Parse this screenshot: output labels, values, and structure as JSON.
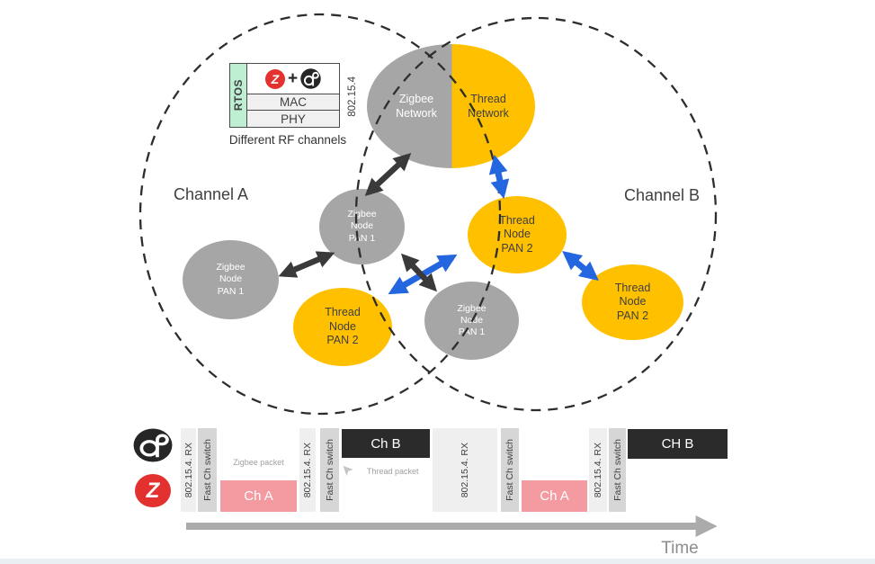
{
  "colors": {
    "zigbee_gray": "#A6A6A6",
    "thread_gold": "#FFC000",
    "blue_arrow": "#2366E0",
    "black_arrow": "#3A3A3A",
    "channel_a_pink": "#F39BA0",
    "channel_b_dark": "#2B2B2B",
    "rtos_mint": "#BEEFD3",
    "zigbee_brand_red": "#E2312E",
    "time_arrow_gray": "#ABABAB"
  },
  "brand": {
    "zigbee_letter": "Z"
  },
  "legend": {
    "rtos_label": "RTOS",
    "plus": "+",
    "mac_label": "MAC",
    "phy_label": "PHY",
    "standard_label": "802.15.4",
    "caption": "Different RF channels"
  },
  "diagram": {
    "channel_a_label": "Channel A",
    "channel_b_label": "Channel B",
    "zigbee_network_label": "Zigbee\nNetwork",
    "thread_network_label": "Thread\nNetwork",
    "nodes": [
      {
        "id": "zigbee-node-center",
        "type": "zigbee",
        "label": "Zigbee\nNode\nPAN 1"
      },
      {
        "id": "thread-node-center",
        "type": "thread",
        "label": "Thread\nNode\nPAN 2"
      },
      {
        "id": "zigbee-node-left",
        "type": "zigbee",
        "label": "Zigbee\nNode\nPAN 1"
      },
      {
        "id": "thread-node-bottom",
        "type": "thread",
        "label": "Thread\nNode\nPAN 2"
      },
      {
        "id": "zigbee-node-bottom",
        "type": "zigbee",
        "label": "Zigbee\nNode\nPAN 1"
      },
      {
        "id": "thread-node-right",
        "type": "thread",
        "label": "Thread\nNode\nPAN 2"
      }
    ]
  },
  "timeline": {
    "segments": [
      {
        "label": "802.15.4. RX"
      },
      {
        "label": "Fast Ch switch"
      },
      {
        "label": "Ch A"
      },
      {
        "label": "802.15.4. RX"
      },
      {
        "label": "Fast Ch switch"
      },
      {
        "label": "Ch B"
      },
      {
        "label": "802.15.4. RX"
      },
      {
        "label": "Fast Ch switch"
      },
      {
        "label": "Ch A"
      },
      {
        "label": "802.15.4. RX"
      },
      {
        "label": "Fast Ch switch"
      },
      {
        "label": "CH B"
      }
    ],
    "zigbee_packet_note": "Zigbee packet",
    "thread_packet_note": "Thread packet",
    "time_label": "Time"
  }
}
